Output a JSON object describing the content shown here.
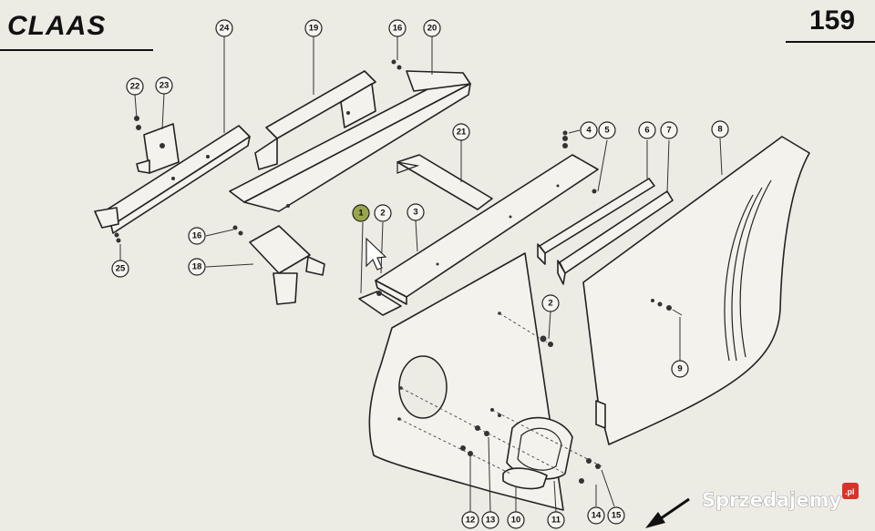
{
  "header": {
    "brand": "CLAAS",
    "page_number": "159"
  },
  "callouts": [
    "1",
    "2",
    "3",
    "4",
    "5",
    "6",
    "7",
    "8",
    "9",
    "10",
    "11",
    "12",
    "13",
    "14",
    "15",
    "16",
    "18",
    "19",
    "20",
    "21",
    "22",
    "23",
    "24",
    "25"
  ],
  "second_callout_2": "2",
  "second_callout_16": "16",
  "watermark": {
    "text": "Sprzedajemy",
    "badge": ".pl"
  },
  "colors": {
    "paper": "#ecebe4",
    "ink": "#222222",
    "highlight": "#9aa54a"
  }
}
